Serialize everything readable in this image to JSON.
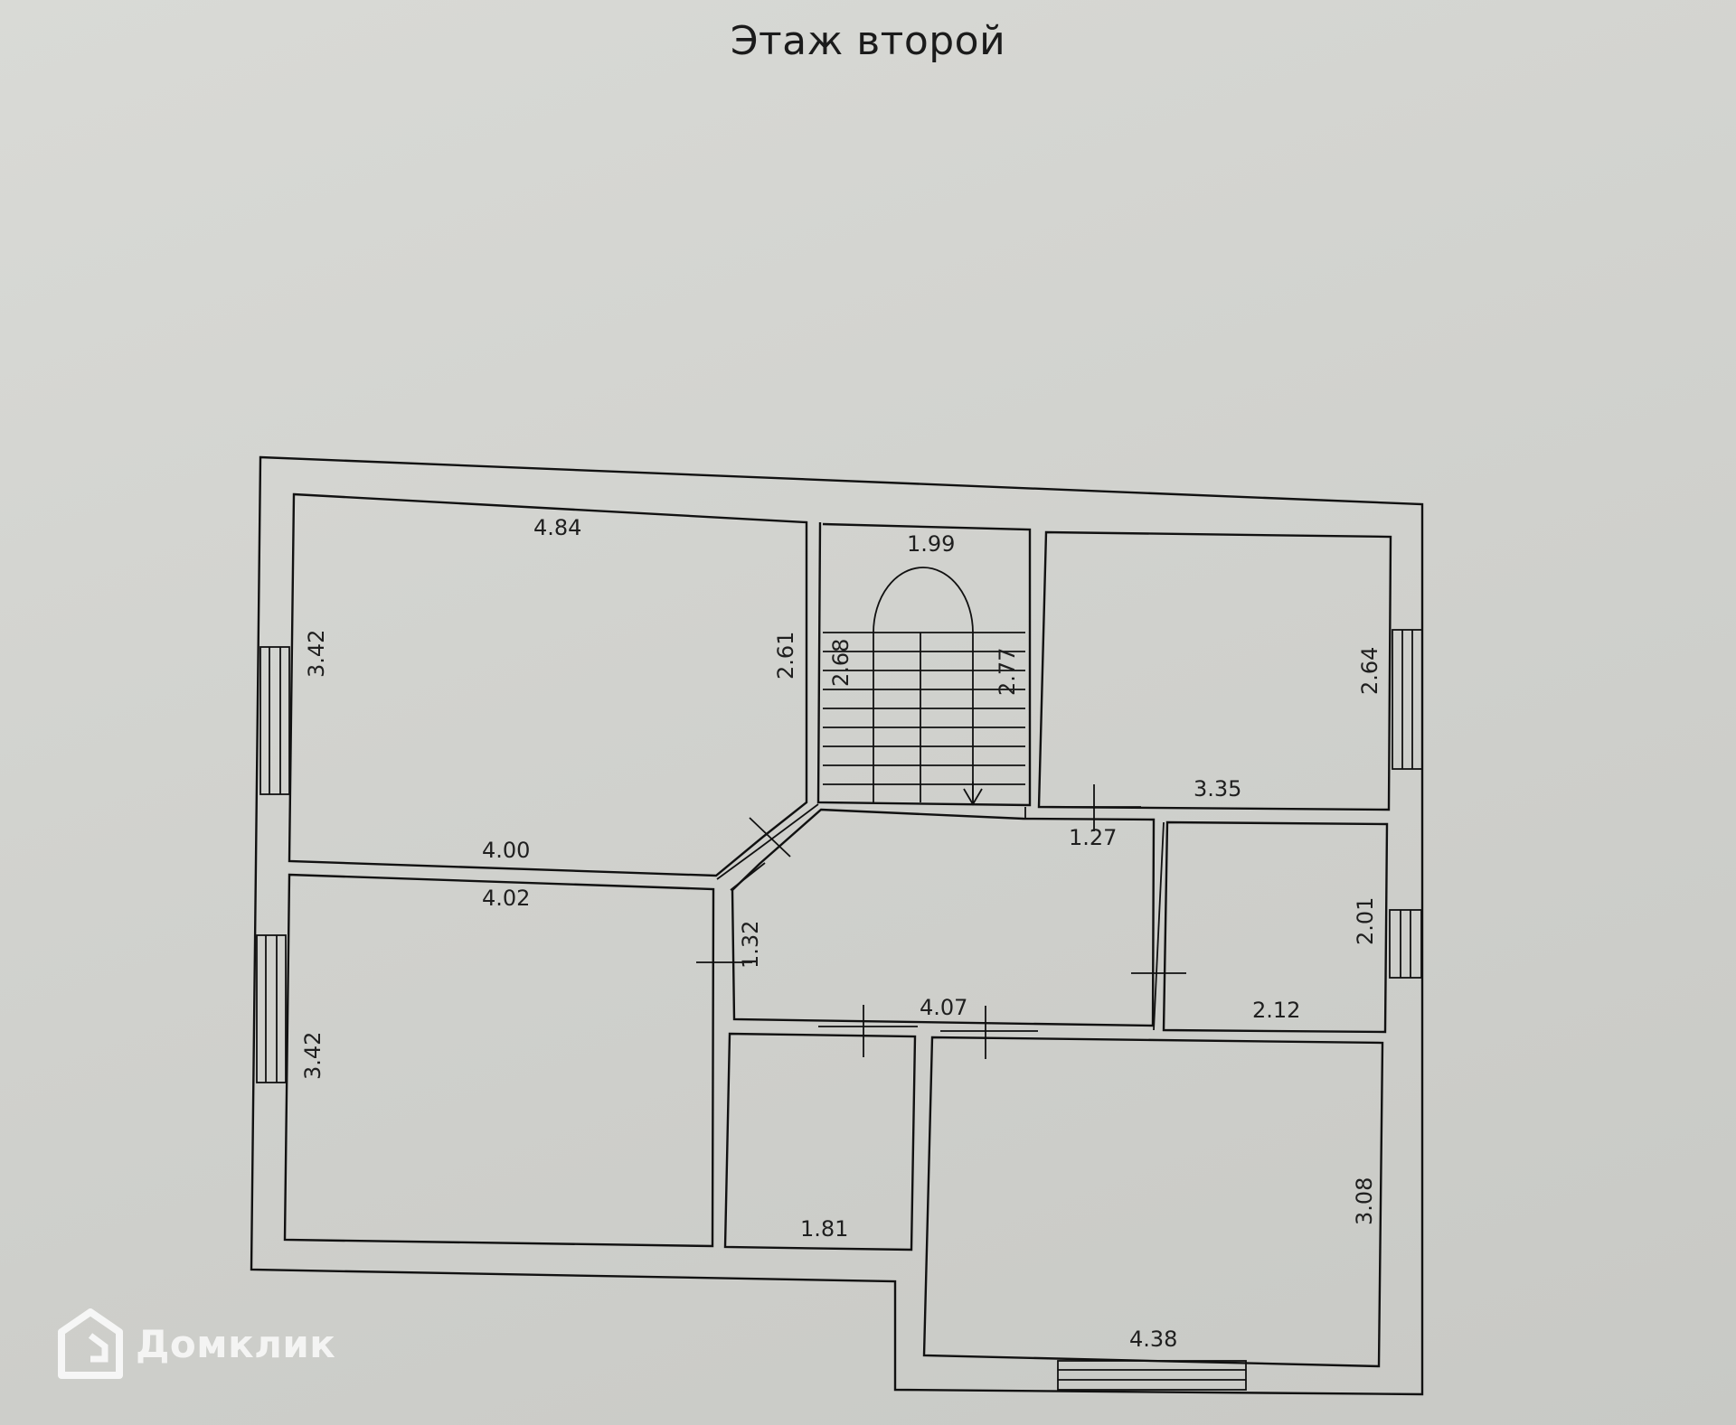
{
  "title": "Этаж второй",
  "watermark": {
    "text": "Домклик",
    "icon": "domclick-house-logo"
  },
  "dimensions": {
    "room1_top": "4.84",
    "room1_left": "3.42",
    "room1_right": "2.61",
    "room1_bottom": "4.00",
    "stair_top": "1.99",
    "stair_left": "2.68",
    "stair_right": "2.77",
    "room3_right": "2.64",
    "room3_bottom": "3.35",
    "hall_door": "1.27",
    "room2_top": "4.02",
    "room2_left": "3.42",
    "hall_left": "1.32",
    "hall_bottom": "4.07",
    "room4_right": "2.01",
    "room4_bottom": "2.12",
    "room5_bottom": "1.81",
    "room6_right": "3.08",
    "room6_bottom": "4.38"
  },
  "colors": {
    "line": "#111111",
    "paper": "#d6d7d3"
  }
}
